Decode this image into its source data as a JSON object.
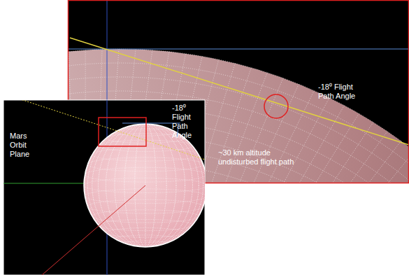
{
  "diagram": {
    "labels": [
      "-18⁰ Flight Path Angle",
      "Mars Orbit Plane",
      "-18⁰ Flight Path Angle",
      "~30 km altitude undisturbed flight path"
    ]
  }
}
